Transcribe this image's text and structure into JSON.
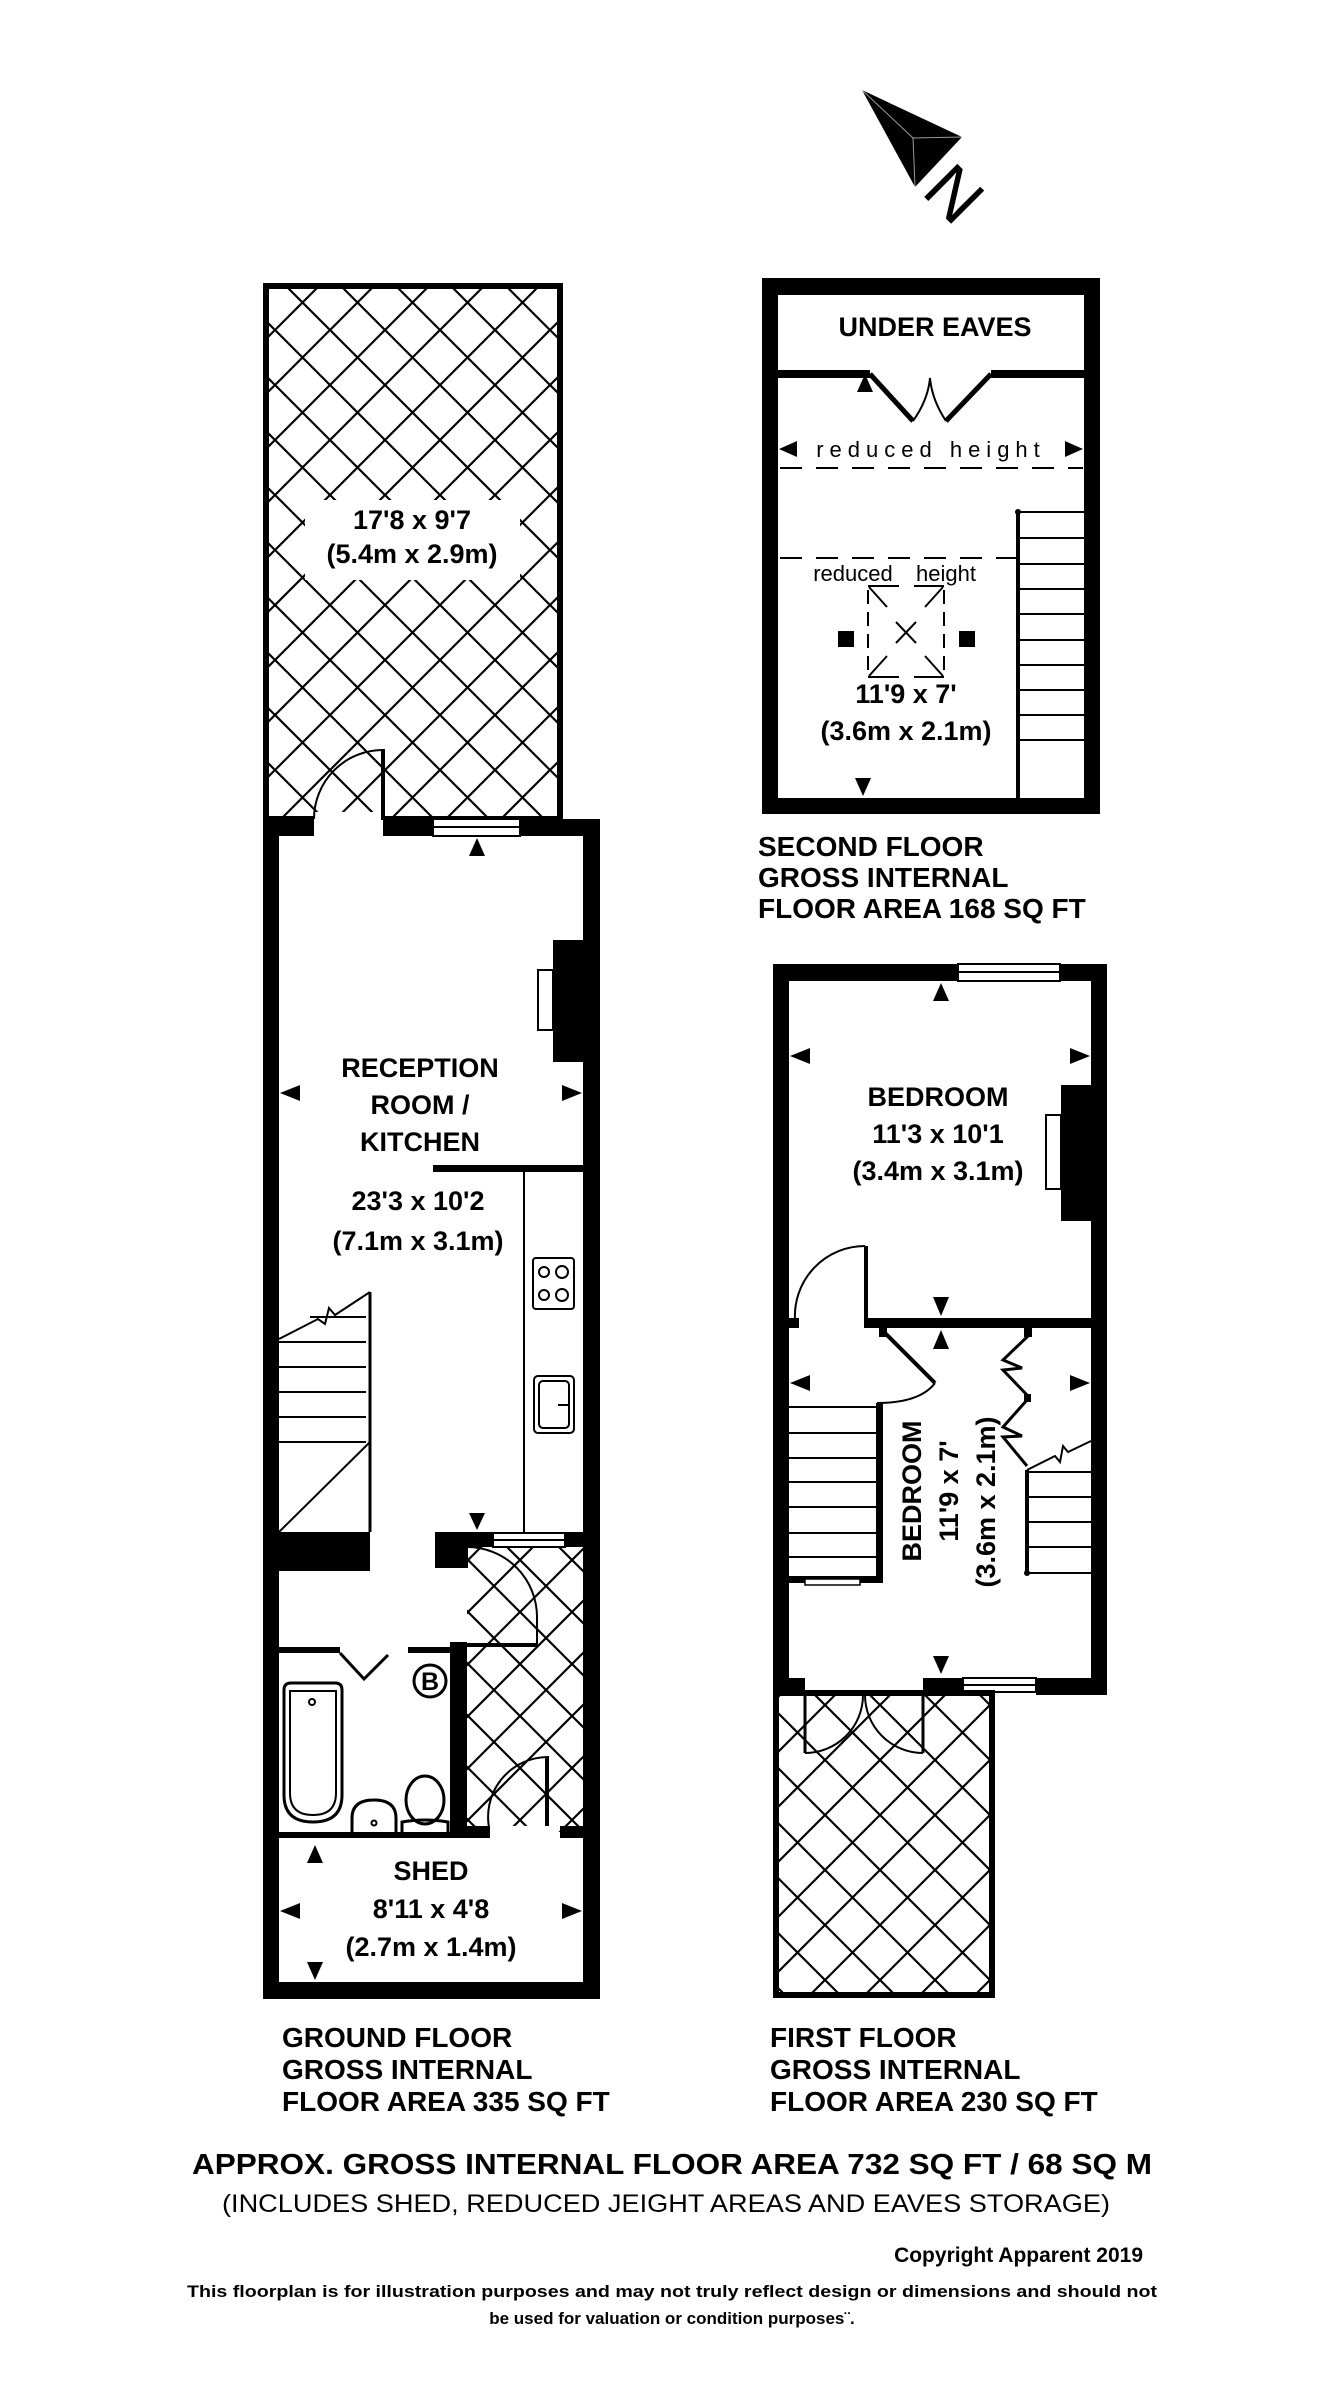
{
  "compass": {
    "letter": "N",
    "icon": "north-arrow-icon"
  },
  "ground_floor": {
    "garden": {
      "dims_imperial": "17'8 x 9'7",
      "dims_metric": "(5.4m x 2.9m)"
    },
    "reception": {
      "name_lines": [
        "RECEPTION",
        "ROOM /",
        "KITCHEN"
      ],
      "dims_imperial": "23'3 x 10'2",
      "dims_metric": "(7.1m x 3.1m)"
    },
    "boiler_badge": "B",
    "shed": {
      "name": "SHED",
      "dims_imperial": "8'11 x 4'8",
      "dims_metric": "(2.7m x 1.4m)"
    },
    "area_label_lines": [
      "GROUND FLOOR",
      "GROSS INTERNAL",
      "FLOOR AREA 335 SQ FT"
    ]
  },
  "first_floor": {
    "bedroom_1": {
      "name": "BEDROOM",
      "dims_imperial": "11'3 x 10'1",
      "dims_metric": "(3.4m x 3.1m)"
    },
    "bedroom_2": {
      "name": "BEDROOM",
      "dims_imperial": "11'9 x 7'",
      "dims_metric": "(3.6m x 2.1m)"
    },
    "area_label_lines": [
      "FIRST FLOOR",
      "GROSS INTERNAL",
      "FLOOR AREA 230 SQ FT"
    ]
  },
  "second_floor": {
    "eaves": {
      "name": "UNDER EAVES"
    },
    "reduced_height_top": "reduced height",
    "reduced_height_left": "reduced",
    "reduced_height_right": "height",
    "room": {
      "dims_imperial": "11'9 x 7'",
      "dims_metric": "(3.6m x 2.1m)"
    },
    "area_label_lines": [
      "SECOND FLOOR",
      "GROSS INTERNAL",
      "FLOOR AREA 168 SQ FT"
    ]
  },
  "totals": {
    "approx_area": "APPROX. GROSS INTERNAL FLOOR AREA 732 SQ FT / 68 SQ M",
    "includes_note": "(INCLUDES SHED, REDUCED JEIGHT AREAS AND  EAVES STORAGE)"
  },
  "footer": {
    "copyright": "Copyright Apparent 2019",
    "disclaimer_line_1": "This floorplan is for illustration purposes and may not truly reflect design or dimensions and should not",
    "disclaimer_line_2": "be used for valuation or condition purposes¨."
  }
}
